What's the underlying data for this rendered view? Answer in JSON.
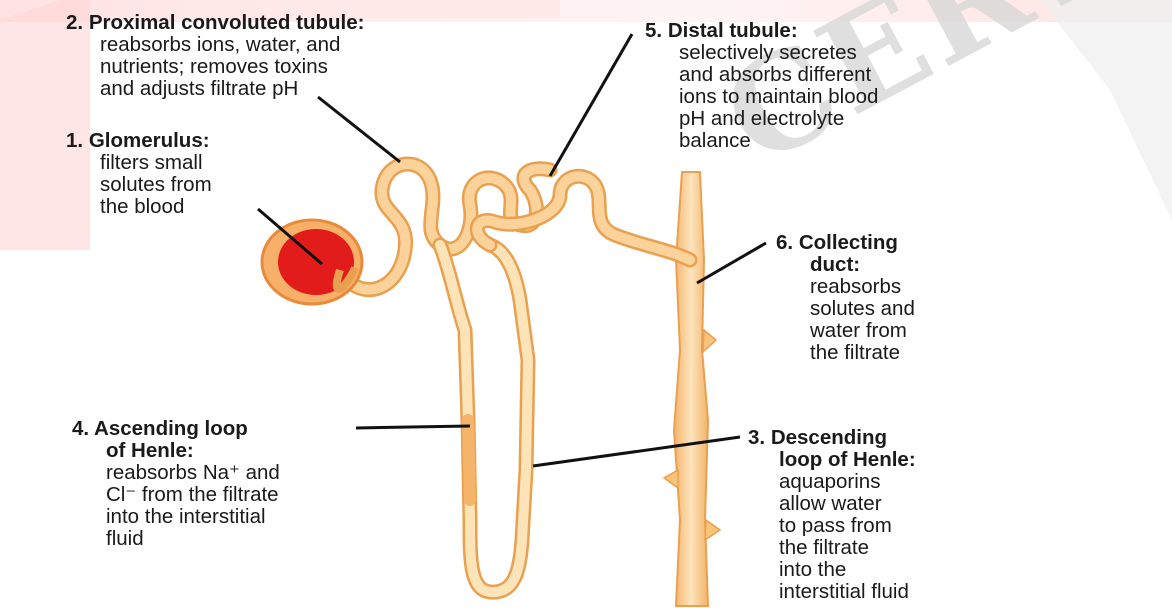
{
  "watermark": {
    "text": "CERT"
  },
  "labels": [
    {
      "id": "proximal",
      "number": "2.",
      "title": "Proximal convoluted tubule:",
      "desc": [
        "reabsorbs ions, water, and",
        "nutrients; removes toxins",
        "and adjusts filtrate pH"
      ]
    },
    {
      "id": "glomerulus",
      "number": "1.",
      "title": "Glomerulus:",
      "desc": [
        "filters small",
        "solutes from",
        "the blood"
      ]
    },
    {
      "id": "distal",
      "number": "5.",
      "title": "Distal tubule:",
      "desc": [
        "selectively secretes",
        "and absorbs different",
        "ions to maintain blood",
        "pH and electrolyte",
        "balance"
      ]
    },
    {
      "id": "collecting",
      "number": "6.",
      "title": [
        "Collecting",
        "duct:"
      ],
      "desc": [
        "reabsorbs",
        "solutes and",
        "water from",
        "the filtrate"
      ]
    },
    {
      "id": "ascending",
      "number": "4.",
      "title": [
        "Ascending loop",
        "of Henle:"
      ],
      "desc": [
        "reabsorbs Na⁺ and",
        "Cl⁻ from the filtrate",
        "into the interstitial",
        "fluid"
      ]
    },
    {
      "id": "descending",
      "number": "3.",
      "title": [
        "Descending",
        "loop of Henle:"
      ],
      "desc": [
        "aquaporins",
        "allow water",
        "to pass from",
        "the filtrate",
        "into the",
        "interstitial fluid"
      ]
    }
  ],
  "colors": {
    "tubule": "#f9c37a",
    "tubule_edge": "#e9a04f",
    "tubule_light": "#fde3b8",
    "glomerulus": "#e21b1b",
    "glomerulus_rim": "#f08a3c",
    "pointer": "#111111"
  }
}
